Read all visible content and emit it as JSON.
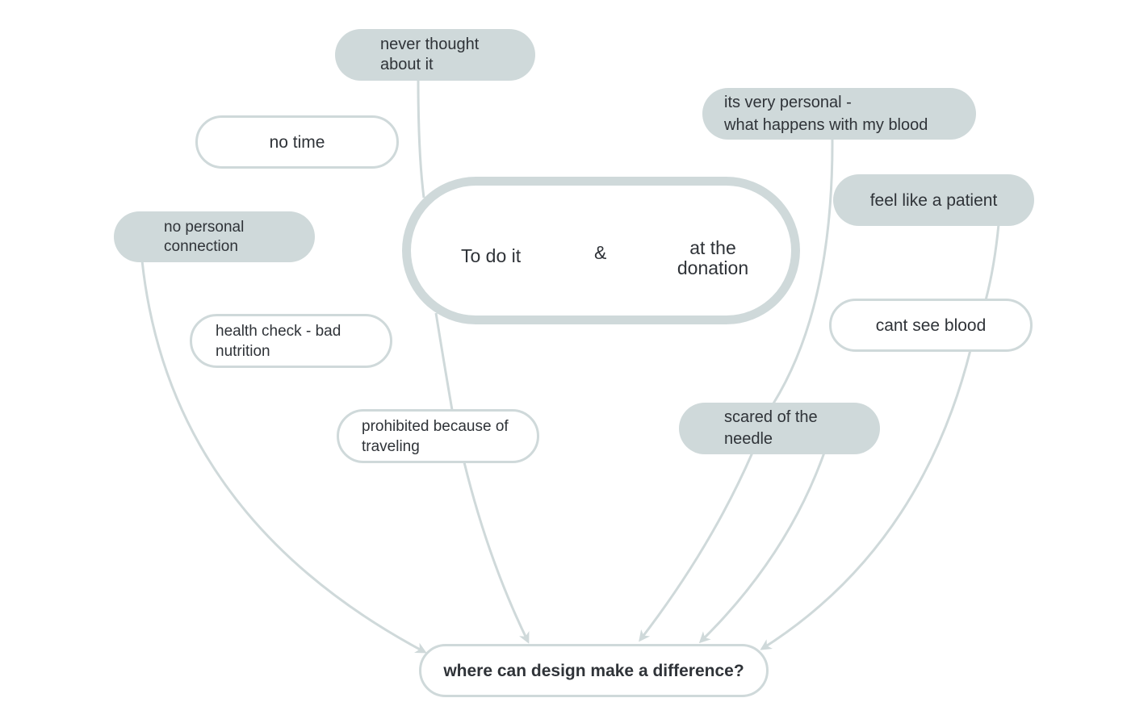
{
  "diagram": {
    "central_topic": {
      "left_text": "To do it",
      "connector": "&",
      "right_text": "at the\ndonation"
    },
    "nodes": {
      "never_thought": "never thought\nabout it",
      "no_time": "no time",
      "no_personal_connection": "no personal\nconnection",
      "health_check": "health check - bad\nnutrition",
      "prohibited_traveling": "prohibited because of\ntraveling",
      "very_personal": "its very personal -\nwhat happens with my blood",
      "feel_like_patient": "feel like a patient",
      "cant_see_blood": "cant see blood",
      "scared_of_needle": "scared of the\nneedle"
    },
    "outcome": "where can design make a difference?"
  },
  "colors": {
    "node_fill": "#cfd9da",
    "line": "#cfd9da",
    "text": "#2f3338"
  }
}
